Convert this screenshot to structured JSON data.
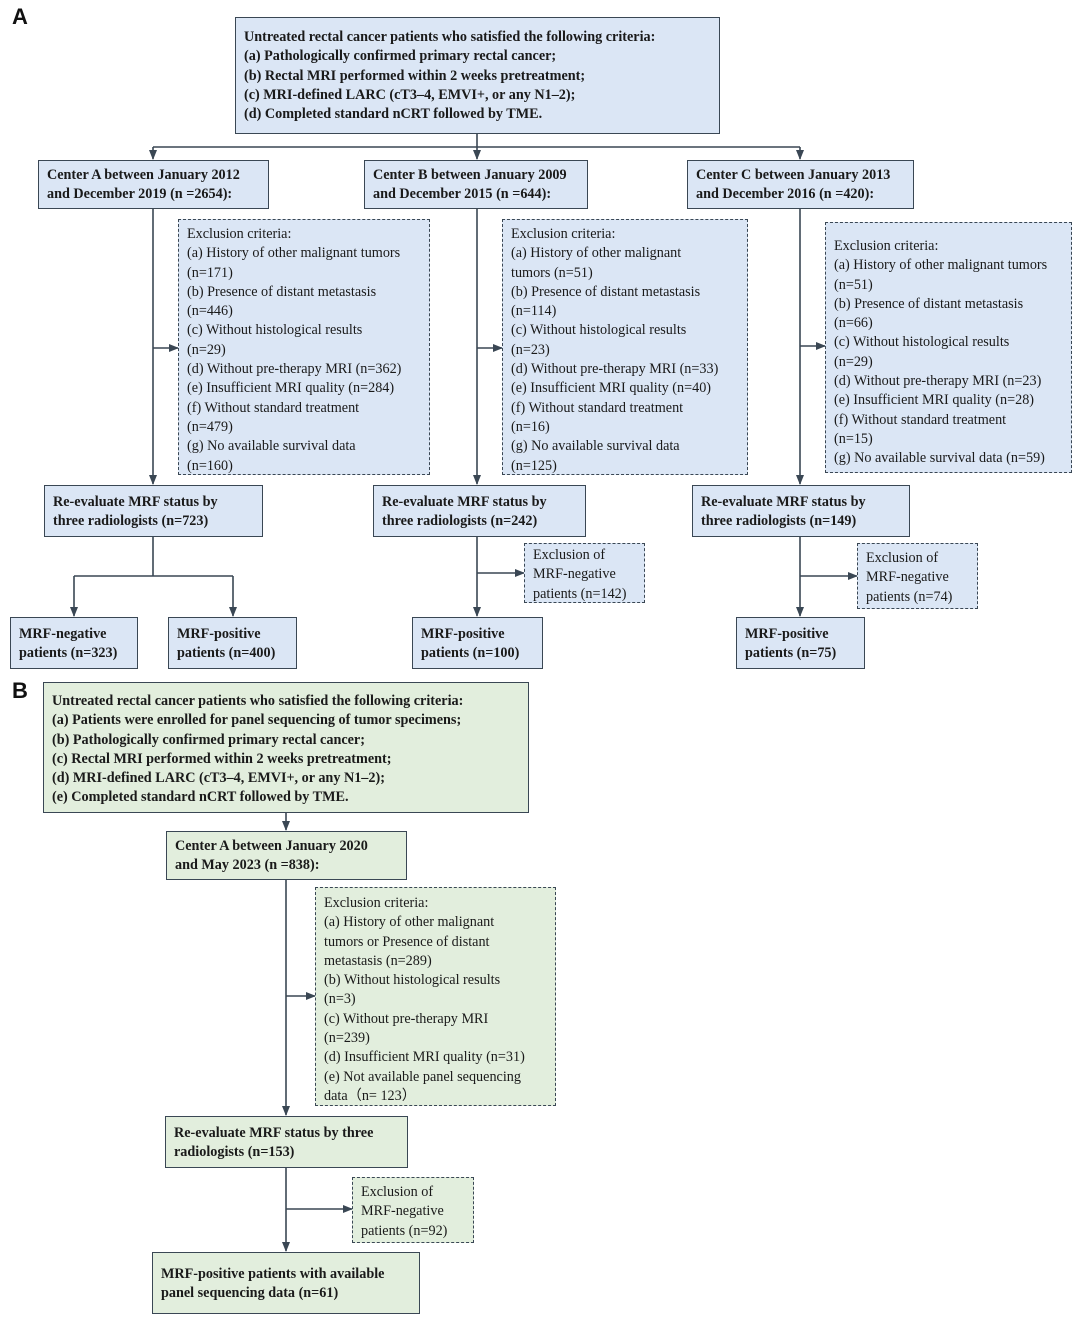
{
  "panels": {
    "a": {
      "label": "A",
      "criteria": [
        "Untreated rectal cancer patients who satisfied the following criteria:",
        "(a) Pathologically confirmed primary rectal cancer;",
        "(b) Rectal MRI performed within 2 weeks pretreatment;",
        "(c) MRI-defined LARC (cT3–4, EMVI+, or any N1–2);",
        "(d) Completed standard nCRT followed by TME."
      ],
      "center_a": [
        "Center A between January 2012",
        "and December 2019 (n =2654):"
      ],
      "center_b": [
        "Center B between January 2009",
        "and December 2015 (n =644):"
      ],
      "center_c": [
        "Center C between January 2013",
        "and December 2016 (n =420):"
      ],
      "excl_a": [
        "Exclusion criteria:",
        "(a) History of other malignant tumors",
        "(n=171)",
        "(b) Presence of distant metastasis",
        "(n=446)",
        "(c) Without histological results",
        "(n=29)",
        "(d) Without pre-therapy MRI (n=362)",
        "(e) Insufficient MRI quality (n=284)",
        "(f) Without standard treatment",
        "(n=479)",
        "(g) No available survival data",
        "(n=160)"
      ],
      "excl_b": [
        "Exclusion criteria:",
        "(a) History of other malignant",
        "tumors (n=51)",
        "(b) Presence of distant metastasis",
        "(n=114)",
        "(c) Without histological results",
        "(n=23)",
        "(d) Without pre-therapy MRI (n=33)",
        "(e) Insufficient MRI quality (n=40)",
        "(f) Without standard treatment",
        "(n=16)",
        "(g) No available survival data",
        "(n=125)"
      ],
      "excl_c": [
        "Exclusion criteria:",
        "(a) History of other malignant tumors",
        "(n=51)",
        "(b) Presence of distant metastasis",
        "(n=66)",
        "(c) Without histological results",
        "(n=29)",
        "(d) Without pre-therapy MRI (n=23)",
        "(e) Insufficient MRI quality (n=28)",
        "(f) Without standard treatment",
        "(n=15)",
        "(g) No available survival data (n=59)"
      ],
      "reeval_a": [
        "Re-evaluate MRF status by",
        "three radiologists (n=723)"
      ],
      "reeval_b": [
        "Re-evaluate MRF status by",
        "three radiologists (n=242)"
      ],
      "reeval_c": [
        "Re-evaluate MRF status by",
        "three radiologists (n=149)"
      ],
      "mrfneg_excl_b": [
        "Exclusion of",
        "MRF-negative",
        "patients (n=142)"
      ],
      "mrfneg_excl_c": [
        "Exclusion of",
        "MRF-negative",
        "patients (n=74)"
      ],
      "neg_a": [
        "MRF-negative",
        "patients (n=323)"
      ],
      "pos_a": [
        "MRF-positive",
        "patients (n=400)"
      ],
      "pos_b": [
        "MRF-positive",
        "patients (n=100)"
      ],
      "pos_c": [
        "MRF-positive",
        "patients (n=75)"
      ]
    },
    "b": {
      "label": "B",
      "criteria": [
        "Untreated rectal cancer patients who satisfied the following criteria:",
        "(a) Patients were enrolled for panel sequencing of tumor specimens;",
        "(b) Pathologically confirmed primary rectal cancer;",
        "(c) Rectal MRI performed within 2 weeks pretreatment;",
        "(d) MRI-defined LARC (cT3–4, EMVI+, or any N1–2);",
        "(e) Completed standard nCRT followed by TME."
      ],
      "center_a": [
        "Center A between January 2020",
        "and May 2023 (n =838):"
      ],
      "excl": [
        "Exclusion criteria:",
        "(a) History of other malignant",
        "tumors or Presence of distant",
        "metastasis (n=289)",
        "(b) Without histological results",
        "(n=3)",
        "(c) Without pre-therapy MRI",
        "(n=239)",
        "(d) Insufficient MRI quality (n=31)",
        "(e) Not available panel sequencing",
        "data（n= 123）"
      ],
      "reeval": [
        "Re-evaluate MRF status by three",
        "radiologists (n=153)"
      ],
      "mrfneg_excl": [
        "Exclusion of",
        "MRF-negative",
        "patients (n=92)"
      ],
      "final": [
        "MRF-positive  patients with available",
        "panel sequencing data (n=61)"
      ]
    }
  },
  "colors": {
    "panel_a_fill": "#dbe6f5",
    "panel_b_fill": "#e2eedd",
    "border": "#3a4754"
  }
}
